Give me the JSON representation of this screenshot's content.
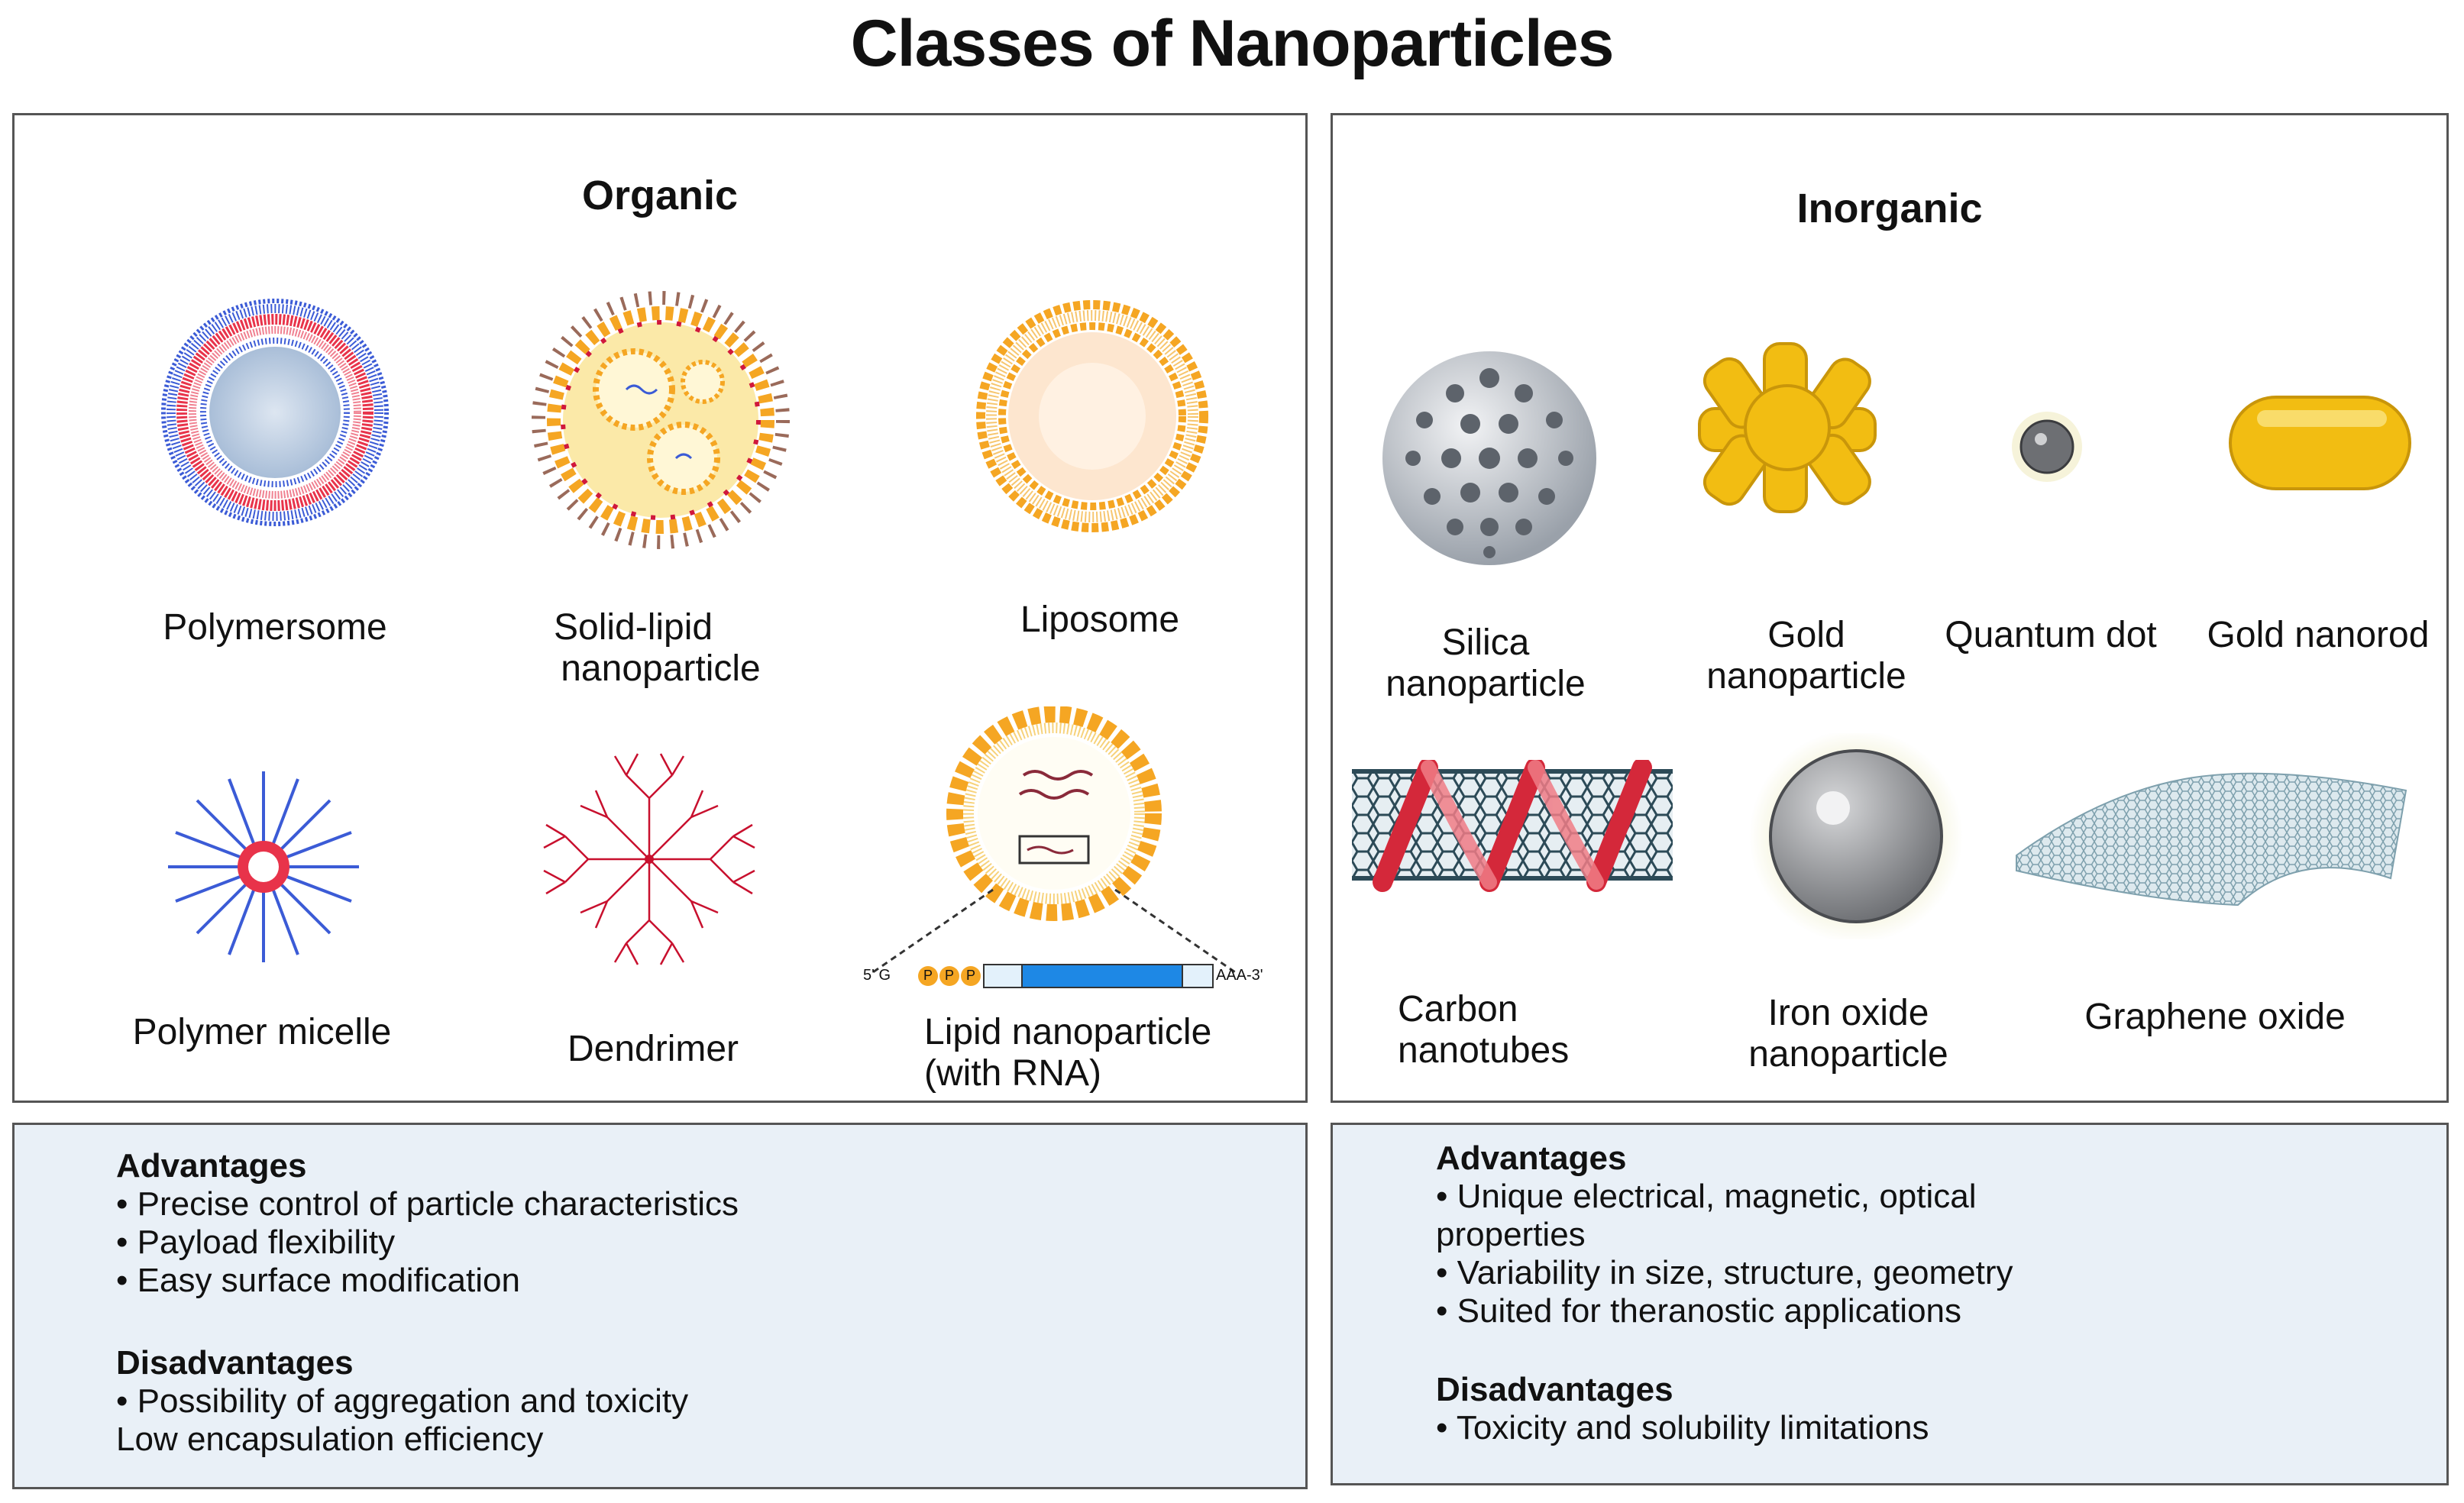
{
  "title": "Classes of Nanoparticles",
  "organic": {
    "heading": "Organic",
    "items": [
      {
        "label_1": "Polymersome",
        "label_2": "",
        "icon": "polymersome-icon"
      },
      {
        "label_1": "Solid-lipid",
        "label_2": "nanoparticle",
        "icon": "solid-lipid-nanoparticle-icon"
      },
      {
        "label_1": "Liposome",
        "label_2": "",
        "icon": "liposome-icon"
      },
      {
        "label_1": "Polymer micelle",
        "label_2": "",
        "icon": "polymer-micelle-icon"
      },
      {
        "label_1": "Dendrimer",
        "label_2": "",
        "icon": "dendrimer-icon"
      },
      {
        "label_1": "Lipid nanoparticle",
        "label_2": "(with RNA)",
        "icon": "lipid-nanoparticle-rna-icon"
      }
    ],
    "rna": {
      "five_prime": "5' G",
      "three_prime": "AAA-3'",
      "cap": "P"
    },
    "advantages_heading": "Advantages",
    "advantages": [
      "• Precise control of particle characteristics",
      "• Payload flexibility",
      "• Easy surface modification"
    ],
    "disadvantages_heading": "Disadvantages",
    "disadvantages": [
      "• Possibility of aggregation and toxicity",
      "Low encapsulation efficiency"
    ]
  },
  "inorganic": {
    "heading": "Inorganic",
    "items": [
      {
        "label_1": "Silica",
        "label_2": "nanoparticle",
        "icon": "silica-nanoparticle-icon"
      },
      {
        "label_1": "Gold",
        "label_2": "nanoparticle",
        "icon": "gold-nanoparticle-icon"
      },
      {
        "label_1": "Quantum dot",
        "label_2": "",
        "icon": "quantum-dot-icon"
      },
      {
        "label_1": "Gold nanorod",
        "label_2": "",
        "icon": "gold-nanorod-icon"
      },
      {
        "label_1": "Carbon",
        "label_2": "nanotubes",
        "icon": "carbon-nanotube-icon"
      },
      {
        "label_1": "Iron oxide",
        "label_2": "nanoparticle",
        "icon": "iron-oxide-nanoparticle-icon"
      },
      {
        "label_1": "Graphene oxide",
        "label_2": "",
        "icon": "graphene-oxide-icon"
      }
    ],
    "advantages_heading": "Advantages",
    "advantages": [
      "• Unique electrical, magnetic, optical",
      "properties",
      "• Variability in size, structure, geometry",
      "• Suited for theranostic applications"
    ],
    "disadvantages_heading": "Disadvantages",
    "disadvantages": [
      "• Toxicity and solubility limitations"
    ]
  },
  "colors": {
    "border": "#555555",
    "advantages_bg": "#e9f0f7",
    "lipid_orange": "#f5a623",
    "polymer_red": "#e8334a",
    "polymer_blue": "#3b5bd6",
    "gold": "#f2bd12",
    "rna_blue": "#1e88e5"
  }
}
